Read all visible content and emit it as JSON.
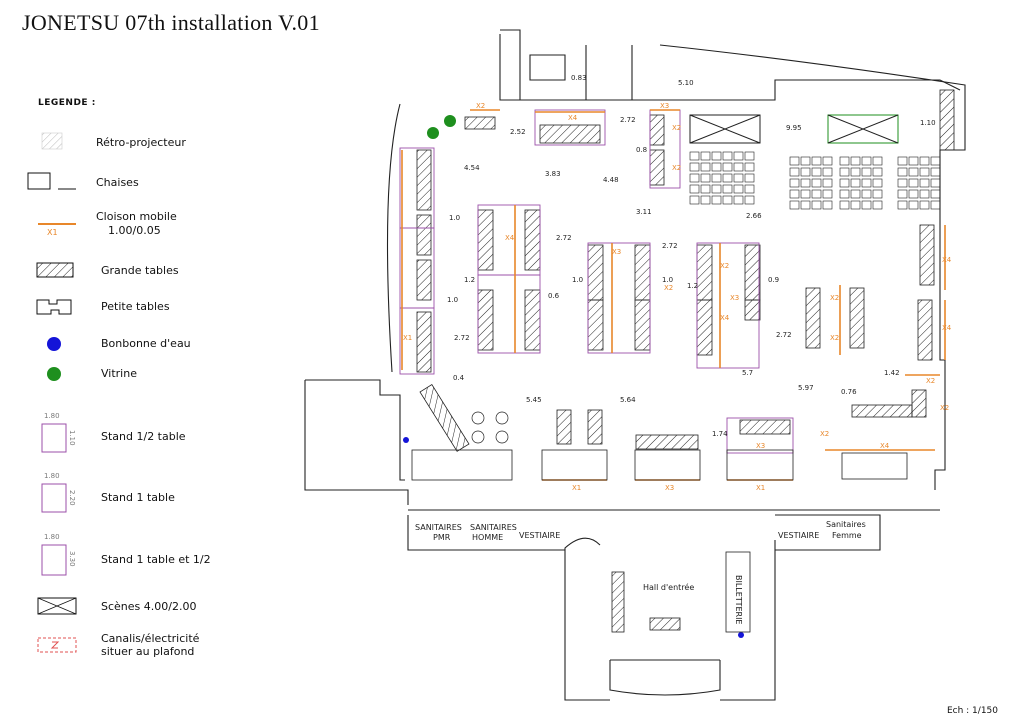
{
  "title": "JONETSU 07th installation V.01",
  "legend": {
    "heading": "LEGENDE :",
    "items": [
      {
        "label": "Rétro-projecteur"
      },
      {
        "label": "Chaises"
      },
      {
        "label": "Cloison mobile",
        "sub": "1.00/0.05",
        "tag": "X1"
      },
      {
        "label": "Grande tables"
      },
      {
        "label": "Petite tables"
      },
      {
        "label": "Bonbonne d'eau"
      },
      {
        "label": "Vitrine"
      },
      {
        "label": "Stand 1/2 table",
        "w": "1.80",
        "h": "1.10"
      },
      {
        "label": "Stand 1 table",
        "w": "1.80",
        "h": "2.20"
      },
      {
        "label": "Stand 1 table et 1/2",
        "w": "1.80",
        "h": "3.30"
      },
      {
        "label": "Scènes 4.00/2.00"
      },
      {
        "label": "Canalis/électricité",
        "label2": "situer au plafond"
      }
    ]
  },
  "colors": {
    "orange": "#e8872a",
    "purple": "#9b4fa8",
    "blue": "#1414d8",
    "green": "#1e8f1e",
    "line": "#222222"
  },
  "plan": {
    "rooms": [
      "SANITAIRES",
      "PMR",
      "SANITAIRES",
      "HOMME",
      "VESTIAIRE",
      "VESTIAIRE",
      "Sanitaires",
      "Femme",
      "Hall d'entrée",
      "BILLETTERIE"
    ],
    "dims": [
      "0.83",
      "5.10",
      "9.95",
      "1.10",
      "2.52",
      "2.72",
      "4.54",
      "3.83",
      "4.48",
      "0.8",
      "3.11",
      "2.66",
      "1.0",
      "2.72",
      "2.72",
      "1.2",
      "1.0",
      "1.0",
      "1.2",
      "0.9",
      "0.6",
      "1.0",
      "2.72",
      "2.72",
      "0.4",
      "5.45",
      "5.64",
      "5.7",
      "5.97",
      "0.76",
      "1.42",
      "1.74"
    ],
    "partitions": [
      "X2",
      "X3",
      "X4",
      "X2",
      "X2",
      "X3",
      "X4",
      "X2",
      "X2",
      "X3",
      "X4",
      "X3",
      "X2",
      "X2",
      "X4",
      "X4",
      "X2",
      "X2",
      "X2",
      "X4",
      "X1",
      "X3",
      "X1",
      "X1"
    ]
  },
  "scale": "Ech : 1/150"
}
